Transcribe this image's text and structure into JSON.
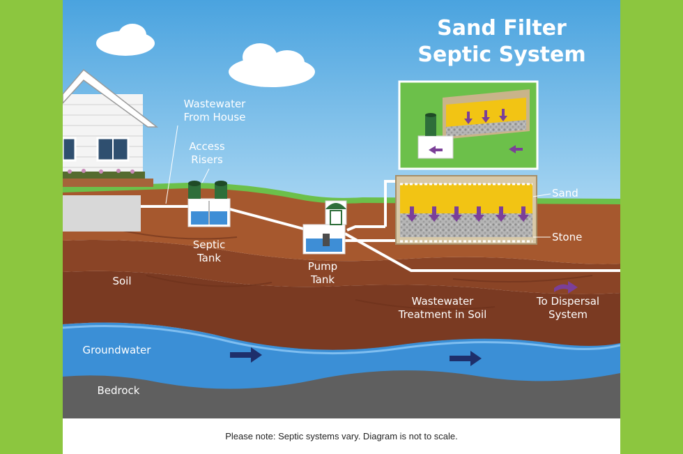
{
  "title": {
    "line1": "Sand Filter",
    "line2": "Septic System"
  },
  "labels": {
    "wastewater_from_house": [
      "Wastewater",
      "From House"
    ],
    "access_risers": [
      "Access",
      "Risers"
    ],
    "septic_tank": [
      "Septic",
      "Tank"
    ],
    "pump_tank": [
      "Pump",
      "Tank"
    ],
    "sand": "Sand",
    "stone": "Stone",
    "soil": "Soil",
    "wastewater_treatment": [
      "Wastewater",
      "Treatment in Soil"
    ],
    "to_dispersal": [
      "To Dispersal",
      "System"
    ],
    "groundwater": "Groundwater",
    "bedrock": "Bedrock"
  },
  "footnote": "Please note: Septic systems vary. Diagram is not to scale.",
  "colors": {
    "page_background": "#8cc63f",
    "sky": "#5ab0e6",
    "grass": "#6cc04a",
    "soil_top": "#a6582e",
    "soil_mid": "#8a4426",
    "soil_deep": "#7a3a22",
    "groundwater": "#3b8fd6",
    "bedrock": "#5f5f5f",
    "sand": "#f2c414",
    "stone": "#a9a9a9",
    "arrow_purple": "#7b3f98",
    "arrow_navy": "#1e2f6b"
  }
}
